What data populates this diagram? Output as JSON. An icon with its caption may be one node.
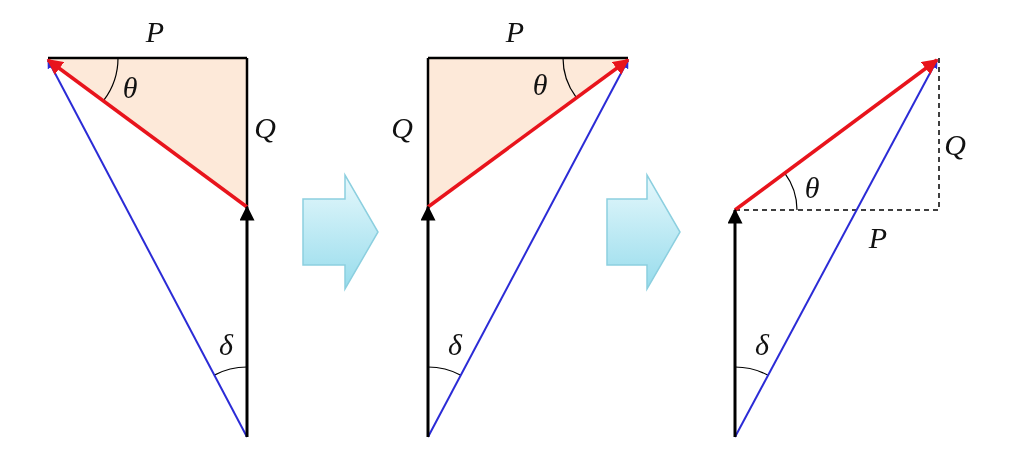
{
  "diagram": {
    "nodes": [
      {
        "text": [],
        "shape": "picture"
      },
      {
        "text": [],
        "shape": "picture"
      },
      {
        "text": [],
        "shape": "picture"
      }
    ],
    "edges": [
      {
        "from": 0,
        "to": 1,
        "arrow": "to"
      },
      {
        "from": 1,
        "to": 2,
        "arrow": "to"
      }
    ],
    "labels": [
      "P",
      "θ",
      "Q",
      "δ",
      "P",
      "θ",
      "Q",
      "δ",
      "Q",
      "θ",
      "P",
      "δ"
    ]
  }
}
